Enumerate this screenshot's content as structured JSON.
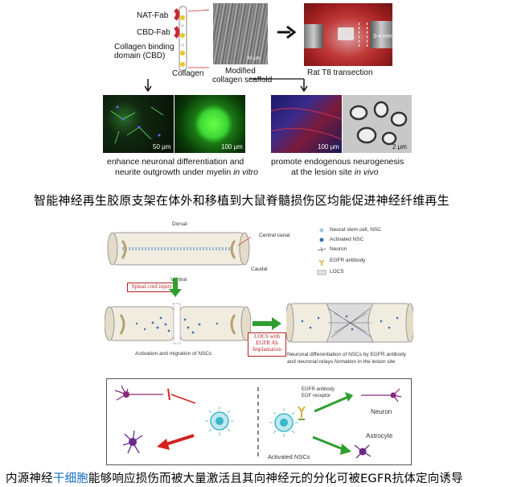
{
  "fig1": {
    "labels": {
      "nat_fab": "NAT-Fab",
      "cbd_fab": "CBD-Fab",
      "cbd_line1": "Collagen binding",
      "cbd_line2": "domain (CBD)",
      "collagen": "Collagen",
      "scaffold_line1": "Modified",
      "scaffold_line2": "collagen scaffold",
      "rat": "Rat T8 transection",
      "mm": "3-4 mm",
      "scale_30um": "30 μm",
      "scale_50um": "50 μm",
      "scale_100um_a": "100 μm",
      "scale_100um_b": "100 μm",
      "scale_2um": "2 μm"
    },
    "left_result": {
      "line1": "enhance neuronal differentiation and",
      "line2a": "neurite outgrowth under myelin ",
      "line2b": "in vitro"
    },
    "right_result": {
      "line1": "promote endogenous neurogenesis",
      "line2a": "at the lesion site ",
      "line2b": "in vivo"
    },
    "caption": "智能神经再生胶原支架在体外和移植到大鼠脊髓损伤区均能促进神经纤维再生"
  },
  "fig2": {
    "dorsal": "Dorsal",
    "ventral": "Ventral",
    "central_canal": "Central canal",
    "caudal": "Caudal",
    "legend": {
      "nsc": "Neural stem cell, NSC",
      "activated": "Activated NSC",
      "neuron": "Neuron",
      "egfr": "EGFR antibody",
      "locs": "LOCS"
    },
    "sci": "Spinal cord injury",
    "locs_box": [
      "LOCS with",
      "EGFR Ab",
      "Implantation"
    ],
    "activation_caption": "Activation and migration of NSCs",
    "diff_caption_1": "Neuronal differentiation of NSCs by EGFR antibody",
    "diff_caption_2": "and neuronal relays formation in the lesion site",
    "mech": {
      "egfr_ab": "EGFR antibody",
      "egf_receptor": "EGF receptor",
      "neuron": "Neuron",
      "astrocyte": "Astrocyte",
      "activated": "Activated NSCs"
    },
    "caption_part1": "内源神经",
    "caption_highlight": "干细胞",
    "caption_part2": "能够响应损伤而被大量激活且其向神经元的分化可被EGFR抗体定向诱导"
  },
  "colors": {
    "nat_fab": "#c8282e",
    "cbd_fab": "#e8c81e",
    "caption_highlight": "#1a6fc4",
    "arrow_green": "#2e9e2e",
    "arrow_red": "#d42020",
    "nsc_teal": "#3bb8c9",
    "sci_red": "#b22222"
  }
}
